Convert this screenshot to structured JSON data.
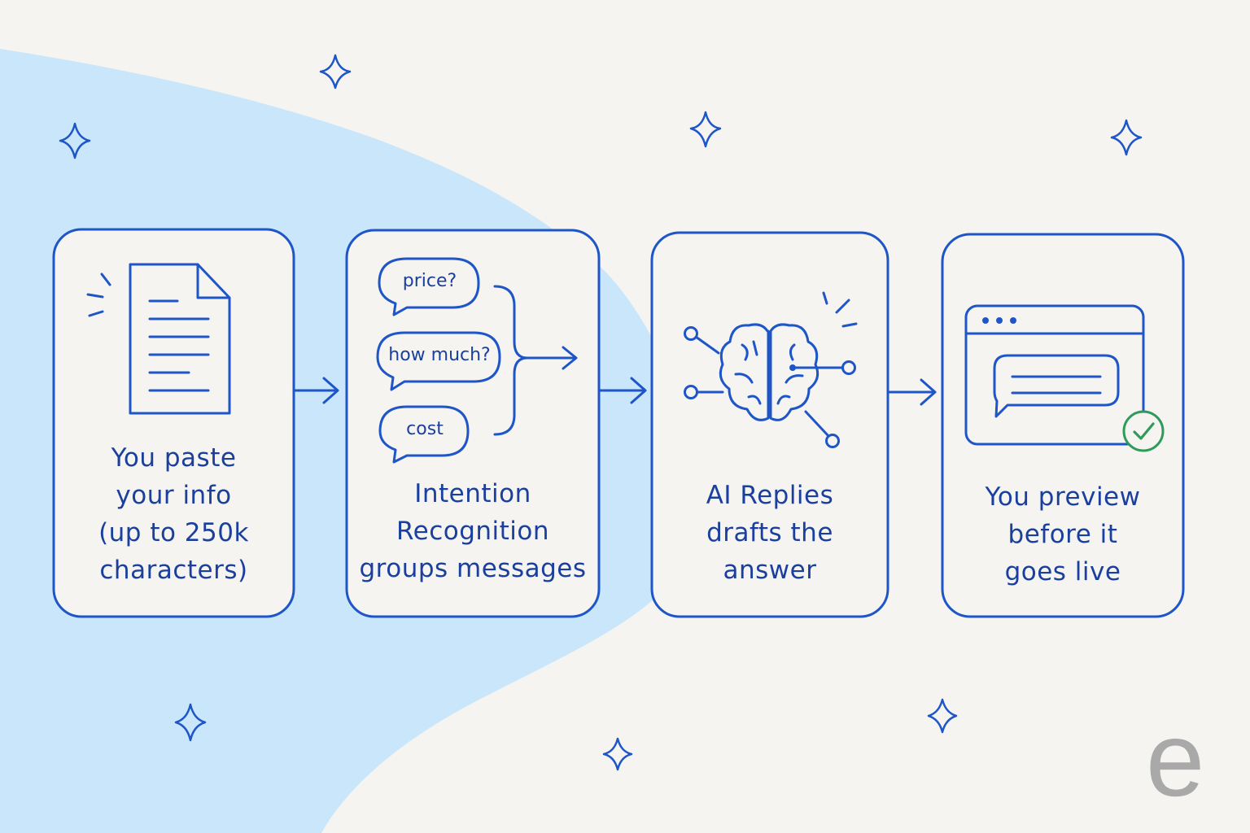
{
  "colors": {
    "background": "#f5f4f1",
    "blob": "#c9e6fb",
    "stroke": "#1e56c7",
    "text": "#1a3f9c",
    "check": "#2f9a5a",
    "logo": "#a9a9a9"
  },
  "steps": [
    {
      "icon": "document-icon",
      "lines": [
        "You paste",
        "your info",
        "(up to 250k",
        "characters)"
      ]
    },
    {
      "icon": "chat-bubbles-icon",
      "bubbles": [
        "price?",
        "how much?",
        "cost"
      ],
      "lines": [
        "Intention",
        "Recognition",
        "groups messages"
      ]
    },
    {
      "icon": "brain-icon",
      "lines": [
        "AI Replies",
        "drafts the",
        "answer"
      ]
    },
    {
      "icon": "browser-preview-icon",
      "lines": [
        "You preview",
        "before it",
        "goes live"
      ]
    }
  ],
  "logo": {
    "letter": "e"
  }
}
